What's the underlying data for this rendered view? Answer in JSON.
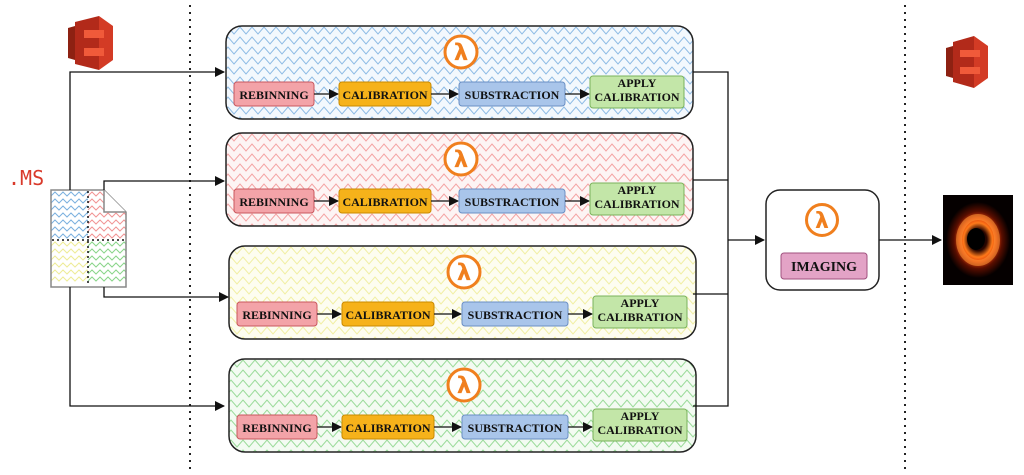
{
  "input": {
    "file_label": ".MS"
  },
  "pipelines": [
    {
      "tint": "#6fa8dc",
      "fill": "#f3f8fd",
      "stages": [
        "REBINNING",
        "CALIBRATION",
        "SUBSTRACTION",
        [
          "APPLY",
          "CALIBRATION"
        ]
      ]
    },
    {
      "tint": "#f08a8a",
      "fill": "#fdf4f4",
      "stages": [
        "REBINNING",
        "CALIBRATION",
        "SUBSTRACTION",
        [
          "APPLY",
          "CALIBRATION"
        ]
      ]
    },
    {
      "tint": "#ecea8c",
      "fill": "#fdfdf0",
      "stages": [
        "REBINNING",
        "CALIBRATION",
        "SUBSTRACTION",
        [
          "APPLY",
          "CALIBRATION"
        ]
      ]
    },
    {
      "tint": "#7ed07e",
      "fill": "#f3fbf2",
      "stages": [
        "REBINNING",
        "CALIBRATION",
        "SUBSTRACTION",
        [
          "APPLY",
          "CALIBRATION"
        ]
      ]
    }
  ],
  "imaging": {
    "label": "IMAGING"
  },
  "lambda_symbol": "λ",
  "icons": {
    "storage_bucket": "storage-bucket-icon",
    "lambda": "lambda-function-icon",
    "file": "document-file-icon",
    "output": "black-hole-image"
  },
  "colors": {
    "rebinning": "#f3a3a8",
    "calibration": "#f6b21a",
    "substraction": "#a9c5ea",
    "apply_calibration": "#c3e6a8",
    "imaging": "#e3a3c6",
    "lambda": "#f07f1e",
    "bucket": "#d33b25"
  }
}
